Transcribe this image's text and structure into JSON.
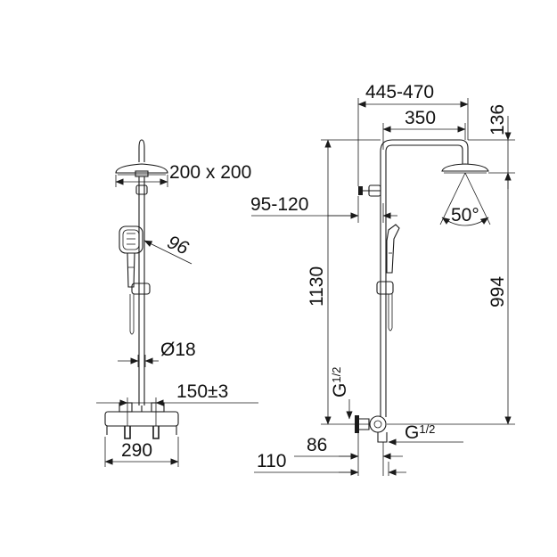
{
  "left_view": {
    "head_size": "200 x 200",
    "handshower_diameter": "96",
    "pipe_diameter_symbol": "Ø",
    "pipe_diameter": "18",
    "centre_distance": "150",
    "tolerance_sign": "±",
    "tolerance_value": "3",
    "mixer_width": "290"
  },
  "right_view": {
    "projection": "445-470",
    "arm_length": "350",
    "head_offset": "136",
    "wall_distance": "95-120",
    "total_height": "1130",
    "head_height": "994",
    "spray_angle": "50°",
    "thread_prefix": "G",
    "thread_fraction": "1/2",
    "inlet_projection": "86",
    "inlet_spacing": "110"
  }
}
